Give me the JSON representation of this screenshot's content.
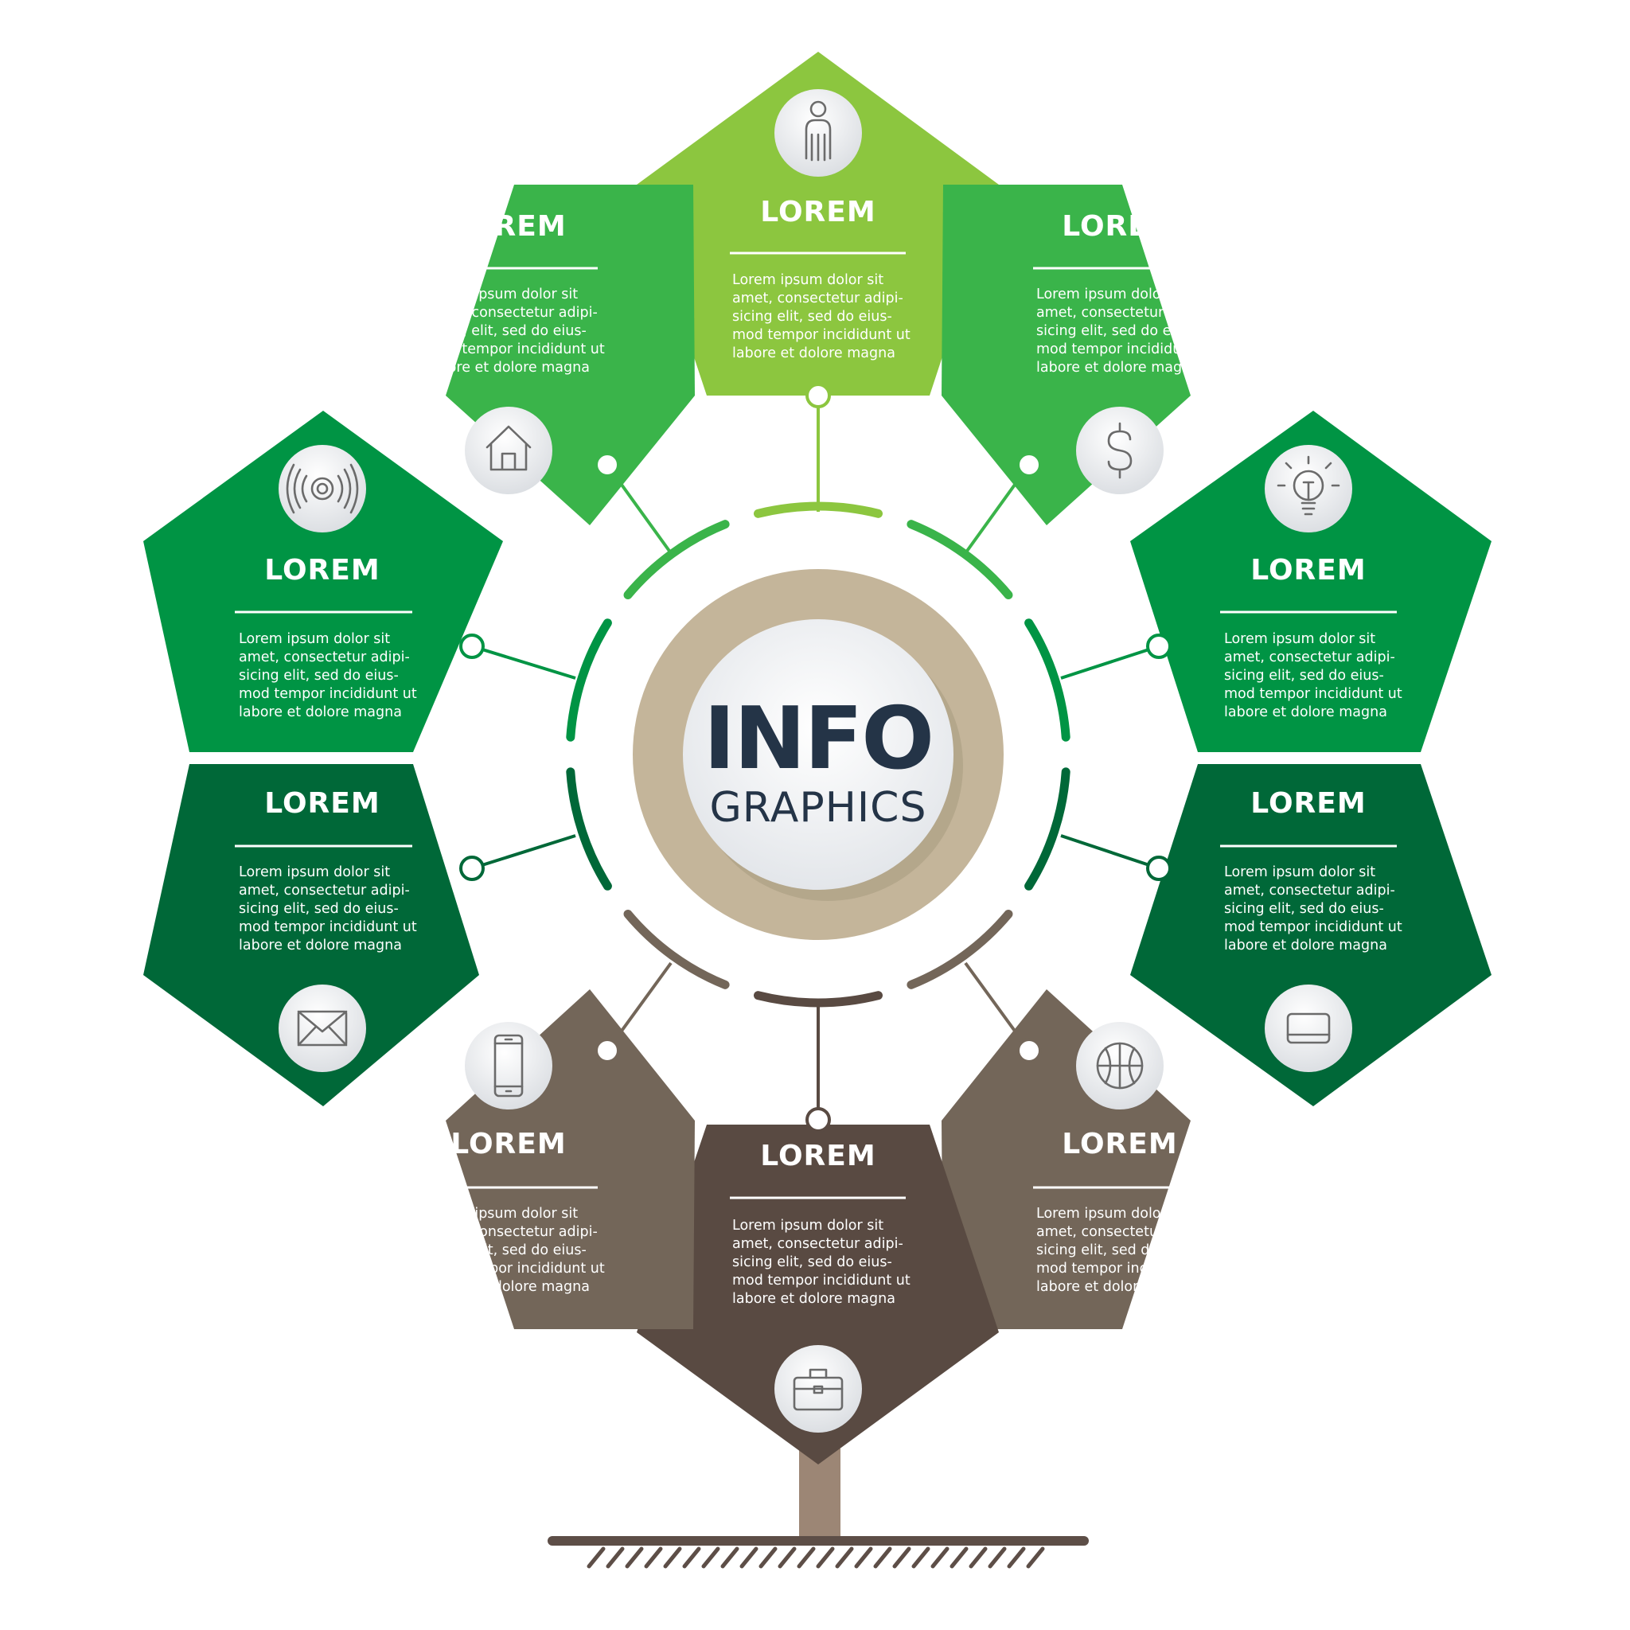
{
  "center": {
    "title": "INFO",
    "subtitle": "GRAPHICS"
  },
  "segments": [
    {
      "title": "LOREM",
      "lines": [
        "Lorem ipsum dolor sit",
        "amet, consectetur adipi-",
        "sicing elit, sed do eius-",
        "mod tempor incididunt ut",
        "labore et dolore magna"
      ],
      "icon": "person-icon",
      "color": "#8CC63F"
    },
    {
      "title": "LOREM",
      "lines": [
        "Lorem ipsum dolor sit",
        "amet, consectetur adipi-",
        "sicing elit, sed do eius-",
        "mod tempor incididunt ut",
        "labore et dolore magna"
      ],
      "icon": "dollar-icon",
      "color": "#3AB44A"
    },
    {
      "title": "LOREM",
      "lines": [
        "Lorem ipsum dolor sit",
        "amet, consectetur adipi-",
        "sicing elit, sed do eius-",
        "mod tempor incididunt ut",
        "labore et dolore magna"
      ],
      "icon": "lightbulb-icon",
      "color": "#009444"
    },
    {
      "title": "LOREM",
      "lines": [
        "Lorem ipsum dolor sit",
        "amet, consectetur adipi-",
        "sicing elit, sed do eius-",
        "mod tempor incididunt ut",
        "labore et dolore magna"
      ],
      "icon": "card-icon",
      "color": "#006838"
    },
    {
      "title": "LOREM",
      "lines": [
        "Lorem ipsum dolor sit",
        "amet, consectetur adipi-",
        "sicing elit, sed do eius-",
        "mod tempor incididunt ut",
        "labore et dolore magna"
      ],
      "icon": "basketball-icon",
      "color": "#736659"
    },
    {
      "title": "LOREM",
      "lines": [
        "Lorem ipsum dolor sit",
        "amet, consectetur adipi-",
        "sicing elit, sed do eius-",
        "mod tempor incididunt ut",
        "labore et dolore magna"
      ],
      "icon": "briefcase-icon",
      "color": "#594A42"
    },
    {
      "title": "LOREM",
      "lines": [
        "Lorem ipsum dolor sit",
        "amet, consectetur adipi-",
        "sicing elit, sed do eius-",
        "mod tempor incididunt ut",
        "labore et dolore magna"
      ],
      "icon": "phone-icon",
      "color": "#736659"
    },
    {
      "title": "LOREM",
      "lines": [
        "Lorem ipsum dolor sit",
        "amet, consectetur adipi-",
        "sicing elit, sed do eius-",
        "mod tempor incididunt ut",
        "labore et dolore magna"
      ],
      "icon": "mail-icon",
      "color": "#006838"
    },
    {
      "title": "LOREM",
      "lines": [
        "Lorem ipsum dolor sit",
        "amet, consectetur adipi-",
        "sicing elit, sed do eius-",
        "mod tempor incididunt ut",
        "labore et dolore magna"
      ],
      "icon": "signal-icon",
      "color": "#009444"
    },
    {
      "title": "LOREM",
      "lines": [
        "Lorem ipsum dolor sit",
        "amet, consectetur adipi-",
        "sicing elit, sed do eius-",
        "mod tempor incididunt ut",
        "labore et dolore magna"
      ],
      "icon": "house-icon",
      "color": "#3AB44A"
    }
  ],
  "colors": {
    "ring": "#C4B59A",
    "trunk": "#9C8675",
    "ground": "#5D4E47",
    "disc": "#EEF0F2",
    "text_dark": "#243447"
  }
}
